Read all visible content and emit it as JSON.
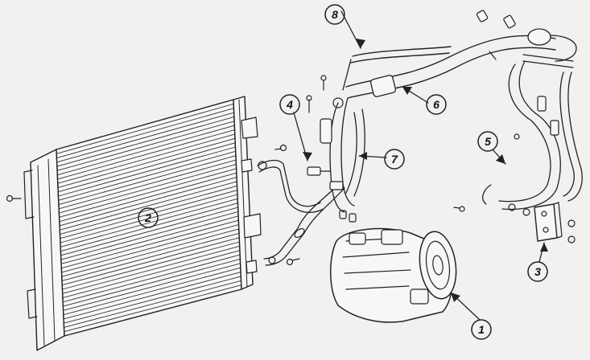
{
  "diagram": {
    "callouts": [
      {
        "id": "c1",
        "label": "1"
      },
      {
        "id": "c2",
        "label": "2"
      },
      {
        "id": "c3",
        "label": "3"
      },
      {
        "id": "c4",
        "label": "4"
      },
      {
        "id": "c5",
        "label": "5"
      },
      {
        "id": "c6",
        "label": "6"
      },
      {
        "id": "c7",
        "label": "7"
      },
      {
        "id": "c8",
        "label": "8"
      }
    ],
    "colors": {
      "ink": "#222222",
      "paper": "#f1f1ef"
    }
  }
}
